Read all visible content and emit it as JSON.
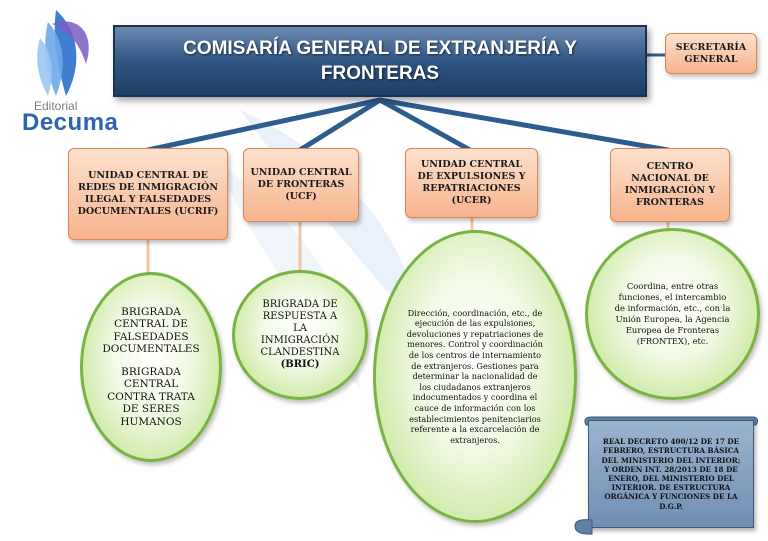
{
  "logo": {
    "small_text": "Editorial",
    "big_text": "Decuma"
  },
  "title": "COMISARÍA GENERAL  DE  EXTRANJERÍA Y FRONTERAS",
  "secretaria": "SECRETARÍA GENERAL",
  "units": [
    {
      "label": "UNIDAD CENTRAL DE REDES DE INMIGRACIÓN ILEGAL Y FALSEDADES DOCUMENTALES (UCRIF)"
    },
    {
      "label": "UNIDAD CENTRAL DE FRONTERAS (UCF)"
    },
    {
      "label": "UNIDAD CENTRAL DE EXPULSIONES Y REPATRIACIONES (UCER)"
    },
    {
      "label": "CENTRO NACIONAL DE INMIGRACIÓN Y FRONTERAS"
    }
  ],
  "details": {
    "ucrif": {
      "line1": "BRIGRADA CENTRAL DE FALSEDADES DOCUMENTALES",
      "line2": "BRIGRADA CENTRAL CONTRA TRATA DE SERES HUMANOS"
    },
    "ucf": {
      "line1": "BRIGRADA DE RESPUESTA A LA INMIGRACIÓN CLANDESTINA",
      "line2": "(BRIC)"
    },
    "ucer": "Dirección, coordinación, etc., de ejecución de las expulsiones, devoluciones y repatriaciones de menores. Control y coordinación de los centros de internamiento de extranjeros. Gestiones para determinar la nacionalidad de los ciudadanos extranjeros indocumentados y coordina el cauce de información con los establecimientos penitenciarios referente a la excarcelación de extranjeros.",
    "centro": "Coordina, entre otras funciones, el intercambio de información, etc., con la Unión Europea, la Agencia Europea de Fronteras (FRONTEX), etc."
  },
  "scroll_note": "REAL DECRETO 400/12 DE 17 DE FEBRERO, ESTRUCTURA BÁSICA DEL MINISTERIO DEL INTERIOR; Y ORDEN INT. 28/2013 DE 18 DE ENERO, DEL MINISTERIO DEL INTERIOR. DE ESTRUCTURA ORGÁNICA Y FUNCIONES DE LA D.G.P.",
  "colors": {
    "title_blue": "#2f5683",
    "connector_blue": "#2e5c8e",
    "peach": "#f6b48d",
    "ellipse_green": "#79b341",
    "scroll_blue": "#6f8fb3"
  },
  "icons": {
    "logo": "feather-logo-icon",
    "watermark": "swirl-watermark-icon"
  }
}
